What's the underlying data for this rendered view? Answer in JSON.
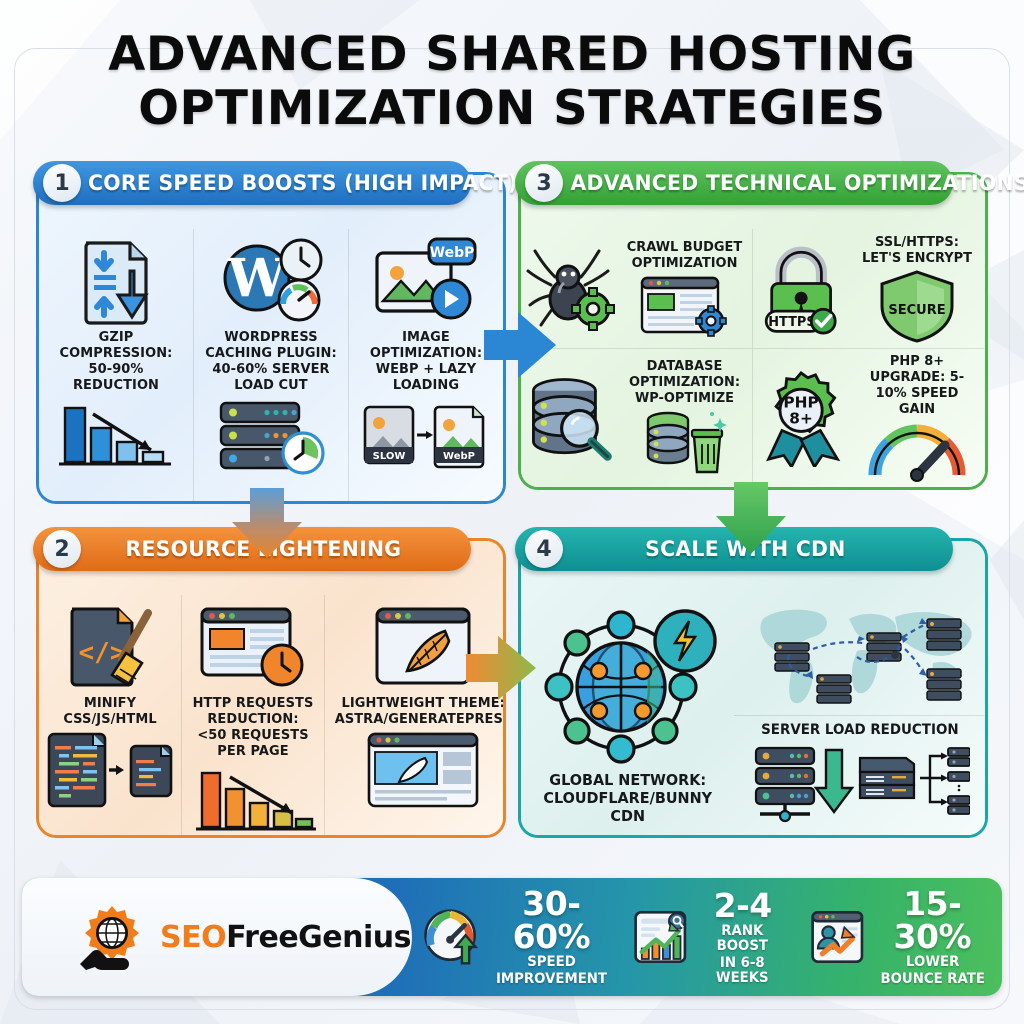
{
  "title": {
    "line1": "ADVANCED SHARED HOSTING",
    "line2": "OPTIMIZATION STRATEGIES"
  },
  "sections": [
    {
      "number": "1",
      "heading": "CORE SPEED BOOSTS (HIGH IMPACT)",
      "color": "#2b86d4",
      "items": [
        {
          "label": "GZIP COMPRESSION: 50-90% REDUCTION",
          "icon": "file-compress-icon",
          "chart": "declining-bar-chart-icon"
        },
        {
          "label": "WORDPRESS CACHING PLUGIN: 40-60% SERVER LOAD CUT",
          "icon": "wordpress-clock-gauge-icon",
          "chart": "server-stack-clock-icon"
        },
        {
          "label": "IMAGE OPTIMIZATION: WEBP + LAZY LOADING",
          "icon": "webp-image-play-icon",
          "chart": "slow-to-webp-icon"
        }
      ],
      "image_badges": {
        "slow": "SLOW",
        "webp": "WebP",
        "format": "WebP"
      }
    },
    {
      "number": "2",
      "heading": "RESOURCE LIGHTENING",
      "color": "#e8842a",
      "items": [
        {
          "label": "MINIFY CSS/JS/HTML",
          "icon": "code-broom-icon",
          "chart": "code-minify-diagram-icon"
        },
        {
          "label": "HTTP REQUESTS REDUCTION: <50 REQUESTS PER PAGE",
          "icon": "browser-clock-icon",
          "chart": "declining-bar-chart-icon"
        },
        {
          "label": "LIGHTWEIGHT THEME: ASTRA/GENERATEPRESS",
          "icon": "browser-feather-icon",
          "chart": "browser-layout-feather-icon"
        }
      ]
    },
    {
      "number": "3",
      "heading": "ADVANCED TECHNICAL OPTIMIZATIONS",
      "color": "#4bb14b",
      "items": [
        {
          "label": "CRAWL BUDGET OPTIMIZATION",
          "icon": "spider-gear-icon"
        },
        {
          "label": "SSL/HTTPS: LET'S ENCRYPT",
          "icon": "padlock-https-icon",
          "badge": "HTTPS",
          "shield": "SECURE"
        },
        {
          "label": "DATABASE OPTIMIZATION: WP-OPTIMIZE",
          "icon": "database-magnifier-icon"
        },
        {
          "label": "PHP 8+ UPGRADE: 5-10% SPEED GAIN",
          "icon": "php-ribbon-icon",
          "badge": "PHP 8+"
        }
      ]
    },
    {
      "number": "4",
      "heading": "SCALE WITH CDN",
      "color": "#19a6a6",
      "items": [
        {
          "label": "GLOBAL NETWORK: CLOUDFLARE/BUNNY CDN",
          "icon": "globe-network-bolt-icon"
        },
        {
          "label": "SERVER LOAD REDUCTION",
          "icon": "world-map-servers-icon"
        }
      ]
    }
  ],
  "arrows": [
    {
      "name": "arrow-1-to-3",
      "direction": "right",
      "from": "#2b86d4",
      "to": "#2b86d4"
    },
    {
      "name": "arrow-1-to-2",
      "direction": "down",
      "from": "#4a8fd0",
      "to": "#e8842a"
    },
    {
      "name": "arrow-3-to-4",
      "direction": "down",
      "from": "#5fc45f",
      "to": "#3fb24a"
    },
    {
      "name": "arrow-2-to-4",
      "direction": "right",
      "from": "#ef8a33",
      "to": "#8fb84b"
    }
  ],
  "footer": {
    "logo": {
      "brand_prefix": "SEO",
      "brand_suffix": "FreeGenius",
      "icon": "gear-globe-hand-icon",
      "accent": "#f07d19"
    },
    "stats": [
      {
        "value": "30-60%",
        "label_line1": "SPEED",
        "label_line2": "IMPROVEMENT",
        "icon": "speedometer-up-arrow-icon"
      },
      {
        "value": "2-4",
        "label_line1": "RANK BOOST",
        "label_line2": "IN 6-8 WEEKS",
        "icon": "search-ranking-chart-icon"
      },
      {
        "value": "15-30%",
        "label_line1": "LOWER",
        "label_line2": "BOUNCE RATE",
        "icon": "user-bounce-arrow-icon"
      }
    ]
  }
}
